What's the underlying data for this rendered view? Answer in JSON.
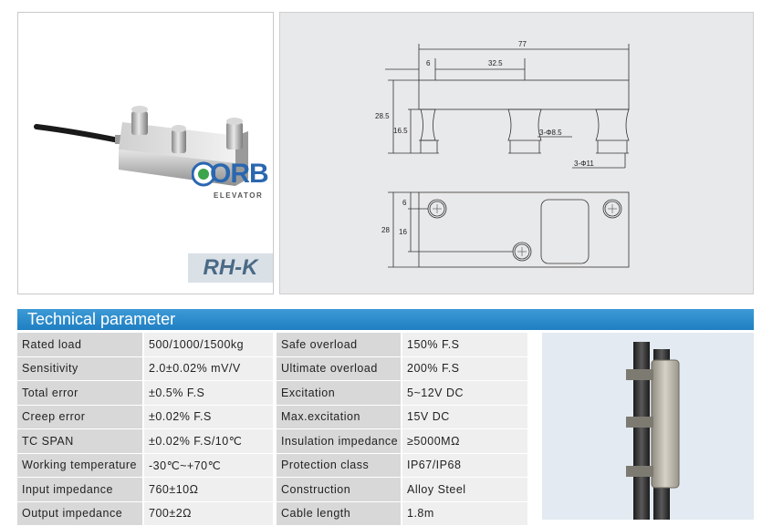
{
  "product": {
    "model": "RH-K",
    "logo_word": "ORB",
    "logo_sub": "ELEVATOR"
  },
  "drawing": {
    "dims": {
      "total_length": "77",
      "left_offset": "6",
      "pitch": "32.5",
      "height_total": "28.5",
      "pin_height": "16.5",
      "hole_small": "3-Φ8.5",
      "hole_large": "3-Φ11",
      "top_offset": "6",
      "width": "28",
      "hole_row": "16"
    }
  },
  "section": {
    "title": "Technical parameter"
  },
  "parameters": {
    "rows": [
      {
        "label": "Rated load",
        "value": "500/1000/1500kg",
        "label2": "Safe overload",
        "value2": "150% F.S"
      },
      {
        "label": "Sensitivity",
        "value": "2.0±0.02% mV/V",
        "label2": "Ultimate overload",
        "value2": "200% F.S"
      },
      {
        "label": "Total error",
        "value": "±0.5% F.S",
        "label2": "Excitation",
        "value2": "5~12V DC"
      },
      {
        "label": "Creep error",
        "value": "±0.02% F.S",
        "label2": "Max.excitation",
        "value2": "15V DC"
      },
      {
        "label": "TC SPAN",
        "value": "±0.02% F.S/10℃",
        "label2": "Insulation impedance",
        "value2": "≥5000MΩ"
      },
      {
        "label": "Working temperature",
        "value": "-30℃~+70℃",
        "label2": "Protection class",
        "value2": "IP67/IP68"
      },
      {
        "label": "Input impedance",
        "value": "760±10Ω",
        "label2": "Construction",
        "value2": "Alloy Steel"
      },
      {
        "label": "Output impedance",
        "value": "700±2Ω",
        "label2": "Cable length",
        "value2": "1.8m"
      }
    ]
  }
}
